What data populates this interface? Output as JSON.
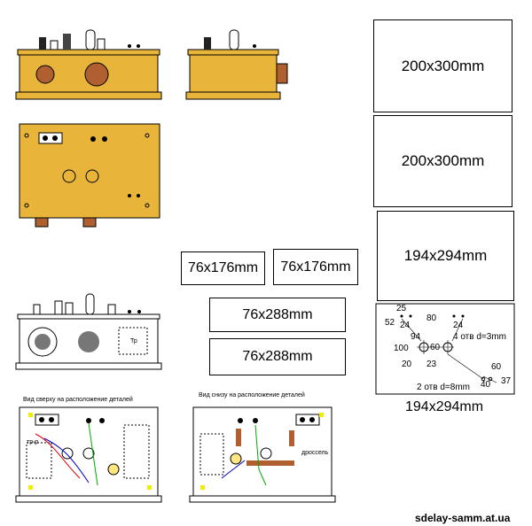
{
  "panels": {
    "top_1": "200x300mm",
    "top_2": "200x300mm",
    "mid": "194x294mm",
    "bottom": "194x294mm",
    "side_a": "76x176mm",
    "side_b": "76x176mm",
    "front_a": "76x288mm",
    "front_b": "76x288mm"
  },
  "drilling": {
    "dims": [
      "25",
      "52",
      "24",
      "80",
      "24",
      "94",
      "4 отв d=3mm",
      "100",
      "60",
      "20",
      "23",
      "60",
      "2 отв d=8mm",
      "40",
      "37"
    ]
  },
  "captions": {
    "top_view": "Вид сверху на расположение деталей",
    "bottom_view": "Вид снизу на расположение деталей",
    "transformer": "Тр",
    "transformer_small": "тр-р",
    "choke": "дроссель"
  },
  "footer": {
    "site": "sdelay-samm.at.ua"
  }
}
